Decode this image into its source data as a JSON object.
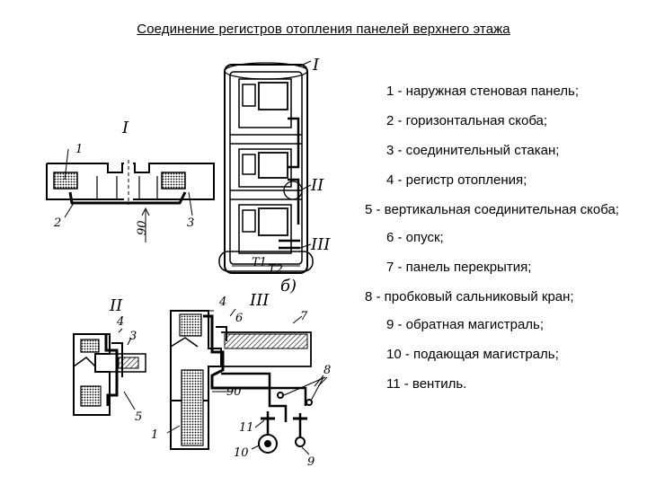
{
  "title": "Соединение регистров отопления панелей верхнего этажа",
  "legend": [
    "1 - наружная стеновая панель;",
    "2 - горизонтальная скоба;",
    "3 - соединительный стакан;",
    "4 - регистр отопления;",
    "5 - вертикальная соединительная скоба;",
    "6 - опуск;",
    "7 - панель перекрытия;",
    "8 - пробковый сальниковый кран;",
    "9 - обратная магистраль;",
    "10 - подающая магистраль;",
    "11 - вентиль."
  ],
  "figure_labels": {
    "roman_I": "I",
    "roman_II": "II",
    "roman_III": "III",
    "sub_b": "б)",
    "dim_90": "90",
    "t1": "T1",
    "t2": "T2",
    "n1": "1",
    "n2": "2",
    "n3": "3",
    "n4": "4",
    "n5": "5",
    "n6": "6",
    "n7": "7",
    "n8": "8",
    "n9": "9",
    "n10": "10",
    "n11": "11"
  }
}
